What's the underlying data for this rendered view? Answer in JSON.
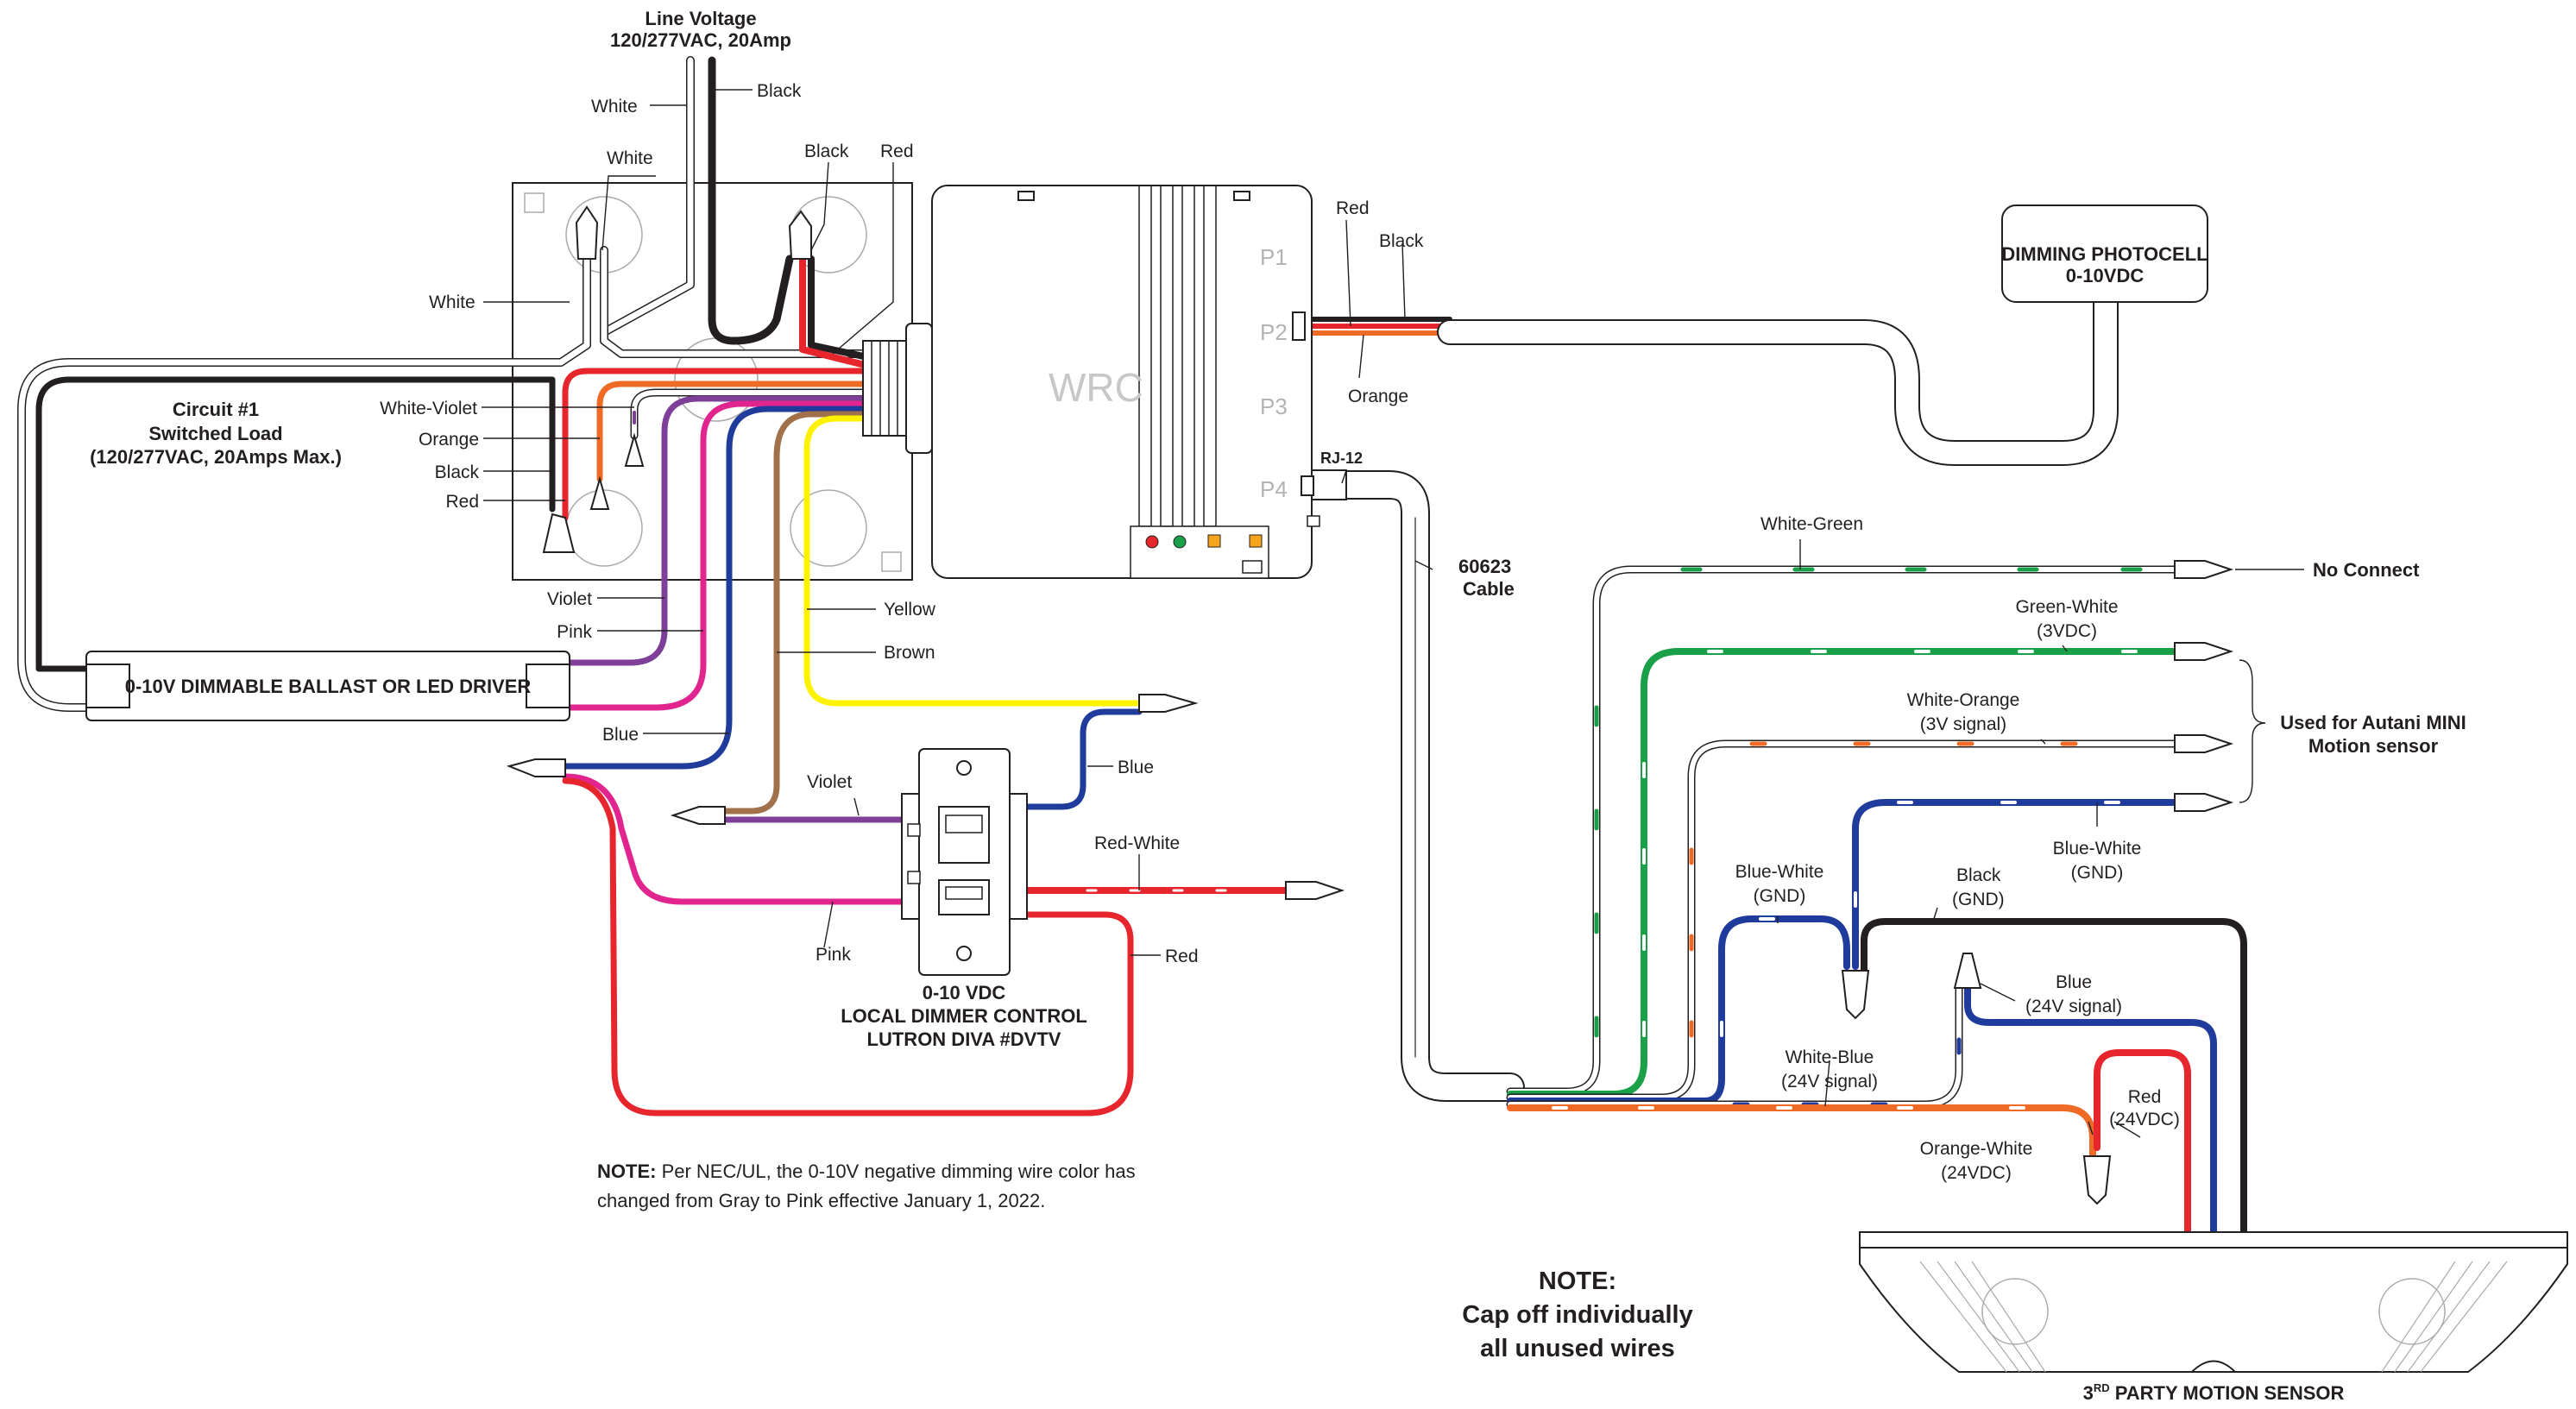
{
  "labels": {
    "line_voltage": "Line Voltage",
    "line_voltage_spec": "120/277VAC, 20Amp",
    "white_1": "White",
    "white_2": "White",
    "white_3": "White",
    "black_line": "Black",
    "black_top": "Black",
    "red_top": "Red",
    "red_p2": "Red",
    "black_p2": "Black",
    "orange_p2": "Orange",
    "rj12": "RJ-12",
    "cable": "60623",
    "cable_2": "Cable",
    "circuit_title": "Circuit #1",
    "circuit_load": "Switched Load",
    "circuit_spec": "(120/277VAC, 20Amps Max.)",
    "white_violet": "White-Violet",
    "orange_left": "Orange",
    "black_left": "Black",
    "red_left": "Red",
    "violet_left": "Violet",
    "pink_left": "Pink",
    "yellow": "Yellow",
    "brown": "Brown",
    "blue_left": "Blue",
    "violet_dim": "Violet",
    "pink_dim": "Pink",
    "blue_dim": "Blue",
    "red_white": "Red-White",
    "red_dim": "Red",
    "white_green": "White-Green",
    "no_connect": "No Connect",
    "green_white": "Green-White",
    "green_white_sub": "(3VDC)",
    "white_orange": "White-Orange",
    "white_orange_sub": "(3V signal)",
    "blue_white_top": "Blue-White",
    "blue_white_top_sub": "(GND)",
    "used_for_1": "Used for Autani MINI",
    "used_for_2": "Motion sensor",
    "blue_white_mid": "Blue-White",
    "blue_white_mid_sub": "(GND)",
    "black_sensor": "Black",
    "black_sensor_sub": "(GND)",
    "blue_sensor": "Blue",
    "blue_sensor_sub": "(24V signal)",
    "white_blue": "White-Blue",
    "white_blue_sub": "(24V signal)",
    "red_sensor": "Red",
    "red_sensor_sub": "(24VDC)",
    "orange_white": "Orange-White",
    "orange_white_sub": "(24VDC)"
  },
  "devices": {
    "wrc": "WRC",
    "ports": [
      "P1",
      "P2",
      "P3",
      "P4"
    ],
    "photocell_1": "DIMMING PHOTOCELL",
    "photocell_2": "0-10VDC",
    "driver": "0-10V DIMMABLE BALLAST OR LED DRIVER",
    "dimmer_1": "0-10 VDC",
    "dimmer_2": "LOCAL DIMMER CONTROL",
    "dimmer_3": "LUTRON DIVA #DVTV",
    "sensor_prefix": "3",
    "sensor_sup": "RD",
    "sensor_rest": " PARTY MOTION SENSOR",
    "led_colors": [
      "#e6262c",
      "#1aa048",
      "#f6a41b",
      "#f6a41b"
    ]
  },
  "notes": {
    "note1_bold": "NOTE:",
    "note1_line1": " Per NEC/UL, the 0-10V negative dimming wire color has",
    "note1_line2": "changed from Gray to Pink effective January 1, 2022.",
    "note2_line1": "NOTE:",
    "note2_line2": "Cap off individually",
    "note2_line3": "all unused wires"
  },
  "colors": {
    "black": "#231f20",
    "red": "#e6262c",
    "orange": "#ef6b25",
    "yellow": "#fff200",
    "brown": "#a0714a",
    "violet": "#7d3f98",
    "pink": "#e2258e",
    "blue": "#1f3b9b",
    "green": "#1aa048",
    "white_wire": "#ffffff"
  }
}
